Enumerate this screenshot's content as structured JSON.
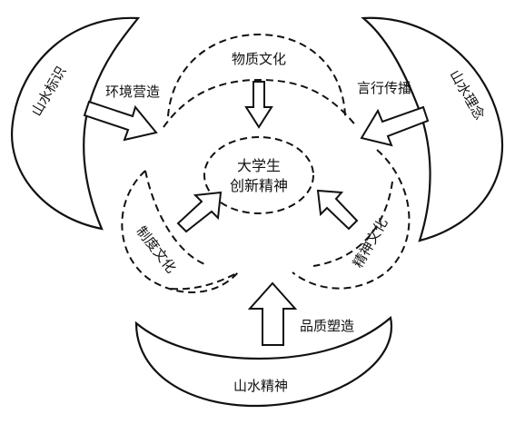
{
  "center": {
    "line1": "大学生",
    "line2": "创新精神"
  },
  "crescents": {
    "left": "山水标识",
    "right": "山水理念",
    "bottom": "山水精神"
  },
  "dashed_regions": {
    "top": "物质文化",
    "left": "制度文化",
    "right": "精神文化"
  },
  "arrow_labels": {
    "left": "环境营造",
    "right": "言行传播",
    "bottom": "品质塑造"
  }
}
